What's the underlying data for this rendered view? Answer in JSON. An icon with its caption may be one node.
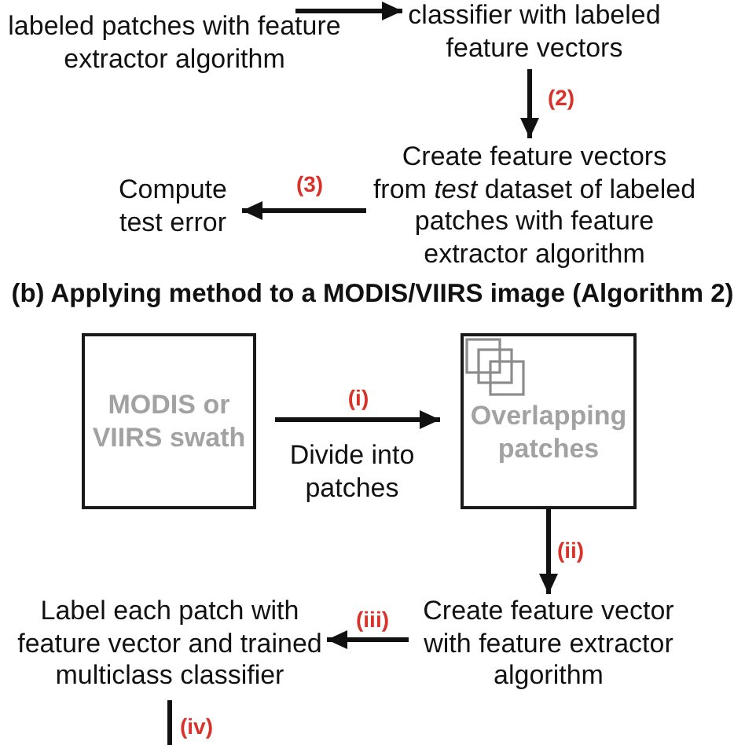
{
  "diagram": {
    "nodes": [
      {
        "text": [
          "labeled patches with feature extractor algorithm"
        ]
      },
      {
        "text": [
          "classifier with labeled feature vectors"
        ]
      },
      {
        "text": [
          "Create feature vectors from *test* dataset of labeled patches with feature extractor algorithm"
        ]
      },
      {
        "text": [
          "Compute test error"
        ]
      },
      {
        "text": [
          "MODIS or VIIRS swath"
        ]
      },
      {
        "text": [
          "Overlapping patches"
        ]
      },
      {
        "text": [
          "Create feature vector with feature extractor algorithm"
        ]
      },
      {
        "text": [
          "Label each patch with feature vector and trained multiclass classifier"
        ]
      }
    ],
    "edges": [
      {
        "from": 0,
        "to": 1,
        "arrow": "to"
      },
      {
        "from": 1,
        "to": 2,
        "arrow": "to",
        "label": "(2)"
      },
      {
        "from": 2,
        "to": 3,
        "arrow": "to",
        "label": "(3)"
      },
      {
        "from": 4,
        "to": 5,
        "arrow": "to",
        "label": "(i)"
      },
      {
        "from": 5,
        "to": 6,
        "arrow": "to",
        "label": "(ii)"
      },
      {
        "from": 6,
        "to": 7,
        "arrow": "to",
        "label": "(iii)"
      },
      {
        "from": 7,
        "to": null,
        "arrow": "none",
        "label": "(iv)"
      }
    ],
    "labels": [
      "(b) Applying method to a MODIS/VIIRS image (Algorithm 2)",
      "Divide into patches"
    ]
  }
}
